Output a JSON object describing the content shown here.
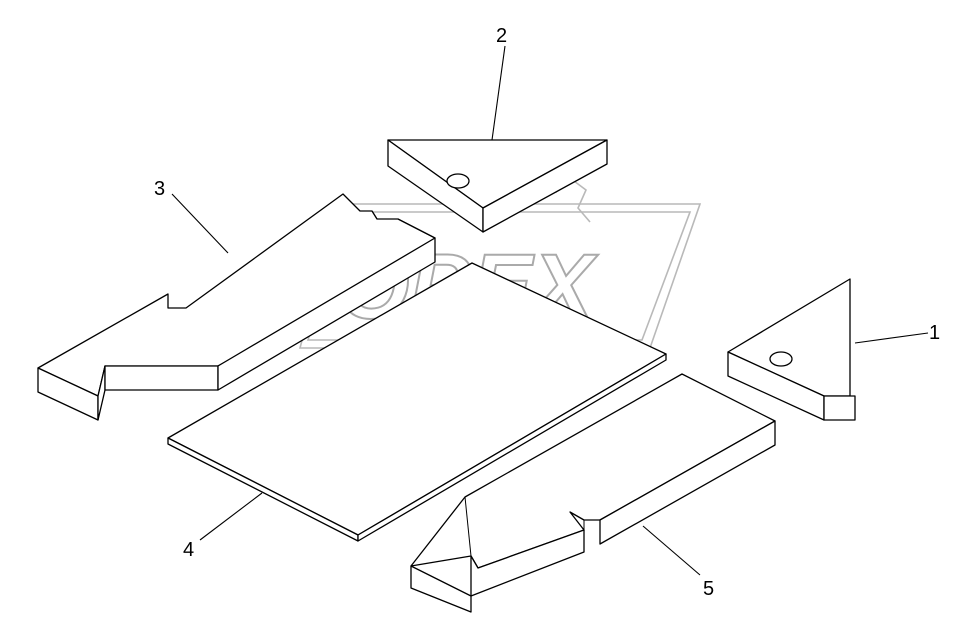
{
  "watermark": {
    "text": "OPEX"
  },
  "callouts": [
    {
      "id": 1,
      "label": "1"
    },
    {
      "id": 2,
      "label": "2"
    },
    {
      "id": 3,
      "label": "3"
    },
    {
      "id": 4,
      "label": "4"
    },
    {
      "id": 5,
      "label": "5"
    }
  ]
}
